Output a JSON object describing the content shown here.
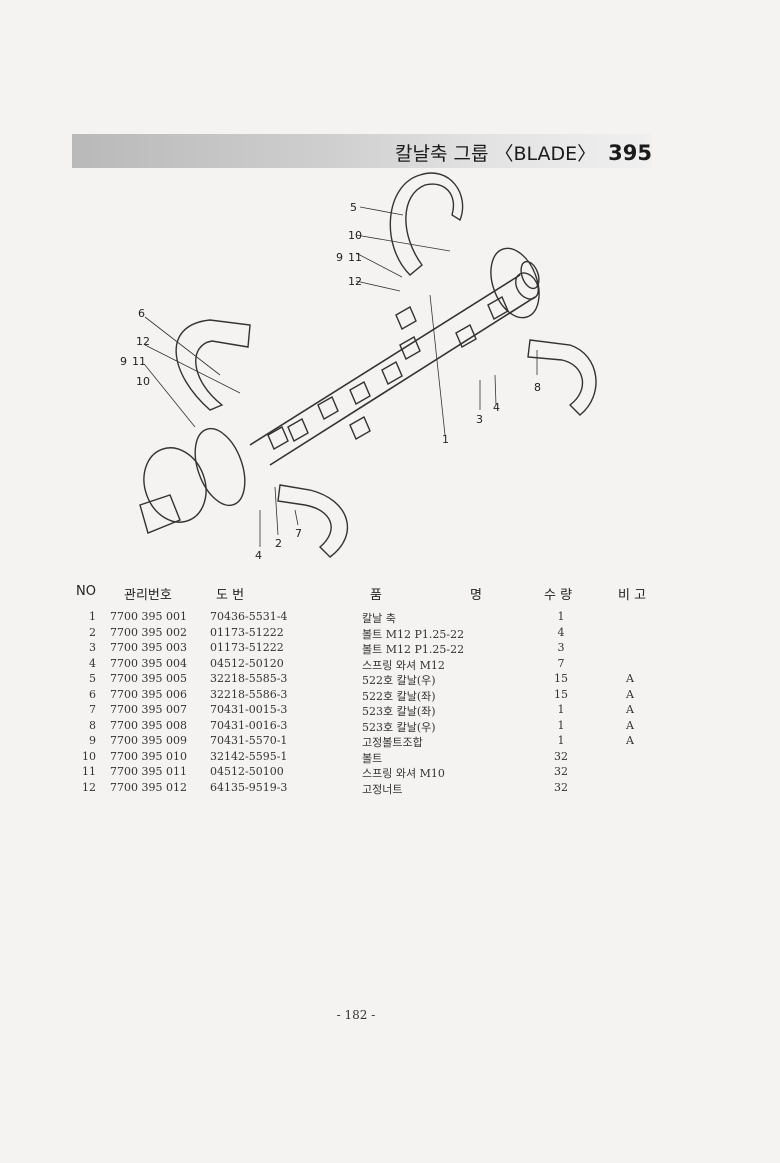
{
  "header": {
    "title": "칼날축 그룹 〈BLADE〉",
    "section": "395"
  },
  "diagram": {
    "callouts": [
      "5",
      "10",
      "9",
      "11",
      "12",
      "6",
      "12",
      "9",
      "11",
      "10",
      "8",
      "3",
      "4",
      "1",
      "4",
      "2",
      "7"
    ]
  },
  "table": {
    "headers": {
      "no": "NO",
      "mgmt": "관리번호",
      "drawing": "도     번",
      "name_1": "품",
      "name_2": "명",
      "qty": "수 량",
      "remark": "비 고"
    },
    "rows": [
      {
        "no": "1",
        "mgmt": "7700 395  001",
        "drawing": "70436-5531-4",
        "name": "칼날 축",
        "qty": "1",
        "remark": ""
      },
      {
        "no": "2",
        "mgmt": "7700 395  002",
        "drawing": "01173-51222",
        "name": "볼트 M12 P1.25-22",
        "qty": "4",
        "remark": ""
      },
      {
        "no": "3",
        "mgmt": "7700 395  003",
        "drawing": "01173-51222",
        "name": "볼트 M12 P1.25-22",
        "qty": "3",
        "remark": ""
      },
      {
        "no": "4",
        "mgmt": "7700 395  004",
        "drawing": "04512-50120",
        "name": "스프링 와셔 M12",
        "qty": "7",
        "remark": ""
      },
      {
        "no": "5",
        "mgmt": "7700 395  005",
        "drawing": "32218-5585-3",
        "name": "522호 칼날(우)",
        "qty": "15",
        "remark": "A"
      },
      {
        "no": "6",
        "mgmt": "7700 395  006",
        "drawing": "32218-5586-3",
        "name": "522호 칼날(좌)",
        "qty": "15",
        "remark": "A"
      },
      {
        "no": "7",
        "mgmt": "7700 395  007",
        "drawing": "70431-0015-3",
        "name": "523호 칼날(좌)",
        "qty": "1",
        "remark": "A"
      },
      {
        "no": "8",
        "mgmt": "7700 395  008",
        "drawing": "70431-0016-3",
        "name": "523호 칼날(우)",
        "qty": "1",
        "remark": "A"
      },
      {
        "no": "9",
        "mgmt": "7700 395  009",
        "drawing": "70431-5570-1",
        "name": "고정볼트조합",
        "qty": "1",
        "remark": "A"
      },
      {
        "no": "10",
        "mgmt": "7700 395  010",
        "drawing": "32142-5595-1",
        "name": "볼트",
        "qty": "32",
        "remark": ""
      },
      {
        "no": "11",
        "mgmt": "7700 395  011",
        "drawing": "04512-50100",
        "name": "스프링 와셔 M10",
        "qty": "32",
        "remark": ""
      },
      {
        "no": "12",
        "mgmt": "7700 395  012",
        "drawing": "64135-9519-3",
        "name": "고정너트",
        "qty": "32",
        "remark": ""
      }
    ]
  },
  "page_number": "- 182 -"
}
